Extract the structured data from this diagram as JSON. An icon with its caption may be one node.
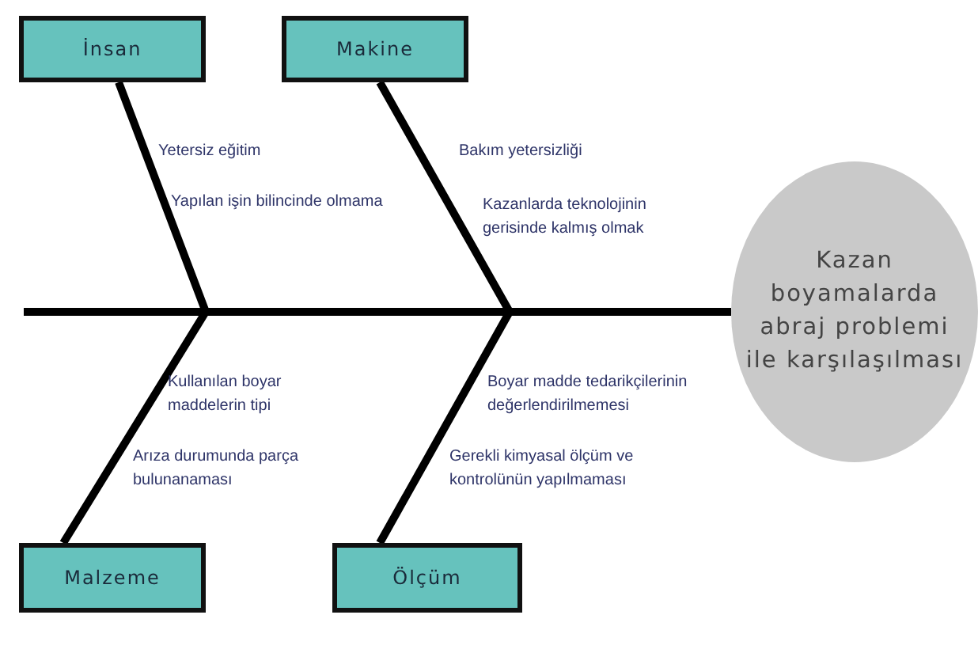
{
  "diagram": {
    "nodes": [
      {
        "text": [
          "İnsan"
        ],
        "beside": [
          "Yetersiz eğitim",
          "Yapılan işin bilincinde olmama"
        ]
      },
      {
        "text": [
          "Makine"
        ],
        "beside": [
          "Bakım yetersizliği",
          "Kazanlarda teknolojinin gerisinde kalmış olmak"
        ]
      },
      {
        "text": [
          "Kazan boyamalarda abraj problemi ile karşılaşılması"
        ]
      },
      {
        "text": [
          "Malzeme"
        ],
        "beside": [
          "Kullanılan boyar maddelerin tipi",
          "Arıza durumunda parça bulunanaması"
        ]
      },
      {
        "text": [
          "Ölçüm"
        ],
        "beside": [
          "Boyar madde tedarikçilerinin değerlendirilmemesi",
          "Gerekli kimyasal ölçüm ve kontrolünün yapılmaması"
        ]
      }
    ],
    "edges": [
      {
        "from": 0,
        "to": 2,
        "arrow": "none"
      },
      {
        "from": 1,
        "to": 2,
        "arrow": "none"
      },
      {
        "from": 3,
        "to": 2,
        "arrow": "none"
      },
      {
        "from": 4,
        "to": 2,
        "arrow": "none"
      }
    ]
  }
}
